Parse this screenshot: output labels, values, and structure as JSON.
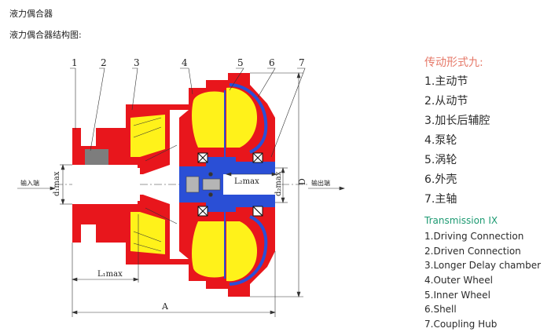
{
  "page": {
    "heading": "液力偶合器",
    "subheading": "液力偶合器结构图:"
  },
  "diagram": {
    "callouts": [
      "1",
      "2",
      "3",
      "4",
      "5",
      "6",
      "7"
    ],
    "dims": {
      "d1": "d₁max",
      "l1": "L₁max",
      "l2": "L₂max",
      "d2": "d₂max",
      "D": "D",
      "A": "A"
    },
    "input_label": "输入端",
    "output_label": "输出端"
  },
  "legend": {
    "cn_title": "传动形式九:",
    "cn_items": [
      "1.主动节",
      "2.从动节",
      "3.加长后辅腔",
      "4.泵轮",
      "5.涡轮",
      "6.外壳",
      "7.主轴"
    ],
    "en_title": "Transmission IX",
    "en_items": [
      "1.Driving Connection",
      "2.Driven Connection",
      "3.Longer Delay chamber",
      "4.Outer Wheel",
      "5.Inner Wheel",
      "6.Shell",
      "7.Coupling Hub"
    ]
  },
  "colors": {
    "casing_red": "#e8161c",
    "hub_blue": "#2a4fd6",
    "chamber_yellow": "#fff21a",
    "bolt_gray": "#9a9a9a",
    "legend_title_red": "#e67a6a",
    "legend_title_green": "#1d9a72"
  }
}
